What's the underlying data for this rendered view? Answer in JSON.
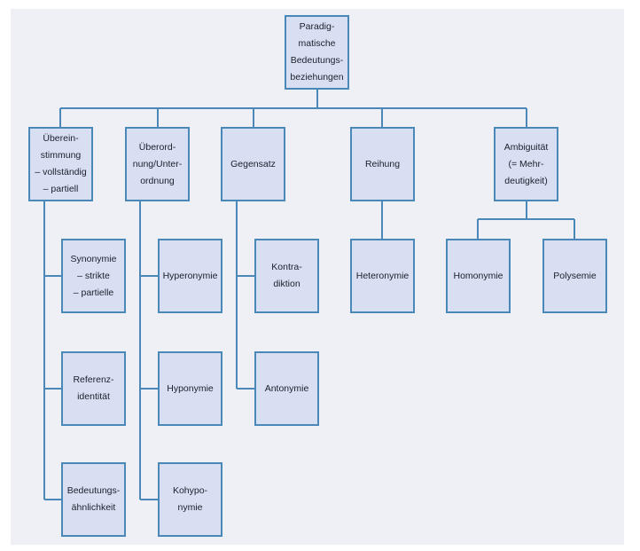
{
  "root": {
    "label": "Paradig-\nmatische\nBedeutungs-\nbeziehungen"
  },
  "categories": [
    {
      "label": "Überein-\nstimmung\n– vollständig\n– partiell"
    },
    {
      "label": "Überord-\nnung/Unter-\nordnung"
    },
    {
      "label": "Gegensatz"
    },
    {
      "label": "Reihung"
    },
    {
      "label": "Ambiguität\n(= Mehr-\ndeutigkeit)"
    }
  ],
  "subtypes": {
    "uebereinstimmung": [
      {
        "label": "Synonymie\n– strikte\n– partielle"
      },
      {
        "label": "Referenz-\nidentität"
      },
      {
        "label": "Bedeutungs-\nähnlichkeit"
      }
    ],
    "ueberordnung": [
      {
        "label": "Hyperonymie"
      },
      {
        "label": "Hyponymie"
      },
      {
        "label": "Kohypo-\nnymie"
      }
    ],
    "gegensatz": [
      {
        "label": "Kontra-\ndiktion"
      },
      {
        "label": "Antonymie"
      }
    ],
    "reihung": [
      {
        "label": "Heteronymie"
      }
    ],
    "ambiguitaet": [
      {
        "label": "Homonymie"
      },
      {
        "label": "Polysemie"
      }
    ]
  },
  "colors": {
    "box_fill": "#d8dff3",
    "box_border": "#4a88b8",
    "connector": "#4a88b8",
    "panel_background": "#eef0f6"
  }
}
